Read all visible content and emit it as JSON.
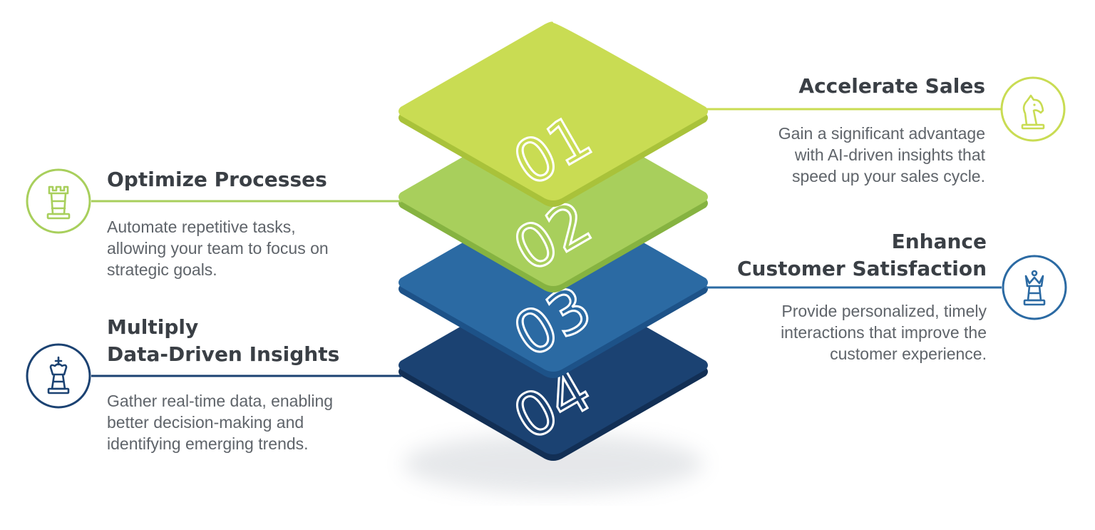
{
  "colors": {
    "lime": "#c9dc53",
    "green": "#a8cf5c",
    "blue": "#2b6aa3",
    "navy": "#1b4272",
    "heading": "#3a3f45",
    "body": "#5f646a"
  },
  "layers": [
    {
      "number": "01",
      "color": "#c9dc53",
      "edge": "#a9c23a"
    },
    {
      "number": "02",
      "color": "#a8cf5c",
      "edge": "#86b341"
    },
    {
      "number": "03",
      "color": "#2b6aa3",
      "edge": "#1d5288"
    },
    {
      "number": "04",
      "color": "#1b4272",
      "edge": "#122f55"
    }
  ],
  "items": [
    {
      "id": "accelerate-sales",
      "title_lines": [
        "Accelerate Sales"
      ],
      "desc_lines": [
        "Gain a significant advantage",
        "with AI-driven insights that",
        "speed up your sales cycle."
      ],
      "icon": "chess-knight-icon",
      "color": "#c9dc53"
    },
    {
      "id": "optimize-processes",
      "title_lines": [
        "Optimize Processes"
      ],
      "desc_lines": [
        "Automate repetitive tasks,",
        "allowing your team to focus on",
        "strategic goals."
      ],
      "icon": "chess-rook-icon",
      "color": "#a8cf5c"
    },
    {
      "id": "enhance-customer-satisfaction",
      "title_lines": [
        "Enhance",
        "Customer Satisfaction"
      ],
      "desc_lines": [
        "Provide personalized, timely",
        "interactions that improve the",
        "customer experience."
      ],
      "icon": "chess-queen-icon",
      "color": "#2b6aa3"
    },
    {
      "id": "multiply-data-driven-insights",
      "title_lines": [
        "Multiply",
        "Data-Driven Insights"
      ],
      "desc_lines": [
        "Gather real-time data, enabling",
        "better decision-making and",
        "identifying emerging trends."
      ],
      "icon": "chess-king-icon",
      "color": "#1b4272"
    }
  ]
}
